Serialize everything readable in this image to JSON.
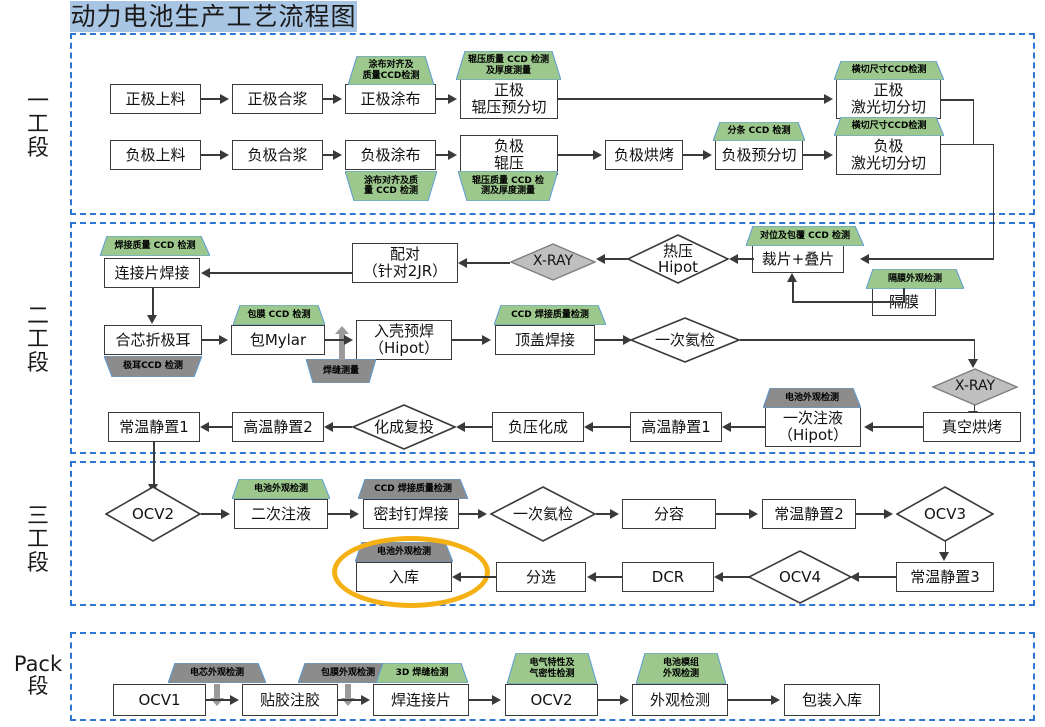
{
  "title": "动力电池生产工艺流程图",
  "stages": [
    {
      "id": "stage1",
      "label_lines": [
        "一",
        "工",
        "段"
      ]
    },
    {
      "id": "stage2",
      "label_lines": [
        "二",
        "工",
        "段"
      ]
    },
    {
      "id": "stage3",
      "label_lines": [
        "三",
        "工",
        "段"
      ]
    },
    {
      "id": "stage_pack",
      "label_lines": [
        "Pack",
        "段"
      ]
    }
  ],
  "stage1": {
    "nodes": {
      "cathode_feed": "正极上料",
      "cathode_mix": "正极合浆",
      "cathode_coat": "正极涂布",
      "cathode_roll": "正极\n辊压预分切",
      "cathode_laser": "正极\n激光切分切",
      "anode_feed": "负极上料",
      "anode_mix": "负极合浆",
      "anode_coat": "负极涂布",
      "anode_roll": "负极\n辊压",
      "anode_bake": "负极烘烤",
      "anode_precut": "负极预分切",
      "anode_laser": "负极\n激光切分切"
    },
    "banners": {
      "coat_align_top": "涂布对齐及\n质量CCD检测",
      "roll_quality_top": "辊压质量 CCD 检测\n及厚度测量",
      "cross_cut_cathode": "横切尺寸CCD检测",
      "coat_align_bottom": "涂布对齐及质\n量 CCD 检测",
      "roll_quality_bottom": "辊压质量 CCD 检\n测及厚度测量",
      "slit_ccd": "分条 CCD 检测",
      "cross_cut_anode": "横切尺寸CCD检测"
    }
  },
  "stage2": {
    "nodes": {
      "tab_weld": "连接片焊接",
      "pairing": "配对\n（针对2JR）",
      "xray1": "X-RAY",
      "hotpress": "热压\nHipot",
      "cut_stack": "裁片+叠片",
      "separator": "隔膜",
      "fold_tab": "合芯折极耳",
      "mylar": "包Mylar",
      "preweld": "入壳预焊\n（Hipot）",
      "cap_weld": "顶盖焊接",
      "helium1": "一次氦检",
      "xray2": "X-RAY",
      "vac_bake": "真空烘烤",
      "inject1": "一次注液\n（Hipot）",
      "hot_rest1": "高温静置1",
      "neg_form": "负压化成",
      "reform": "化成复投",
      "hot_rest2": "高温静置2",
      "room_rest1": "常温静置1"
    },
    "banners": {
      "weld_quality": "焊接质量 CCD 检测",
      "align_wrap": "对位及包覆 CCD 检测",
      "separator_appearance": "隔膜外观检测",
      "tab_ccd": "极耳CCD 检测",
      "film_ccd": "包膜 CCD 检测",
      "weld_gap": "焊缝测量",
      "cap_weld_ccd": "CCD 焊接质量检测",
      "cell_appearance": "电池外观检测"
    }
  },
  "stage3": {
    "nodes": {
      "ocv2": "OCV2",
      "inject2": "二次注液",
      "seal_pin_weld": "密封钉焊接",
      "helium1": "一次氦检",
      "capacity": "分容",
      "room_rest2": "常温静置2",
      "ocv3": "OCV3",
      "warehouse": "入库",
      "sorting": "分选",
      "dcr": "DCR",
      "ocv4": "OCV4",
      "room_rest3": "常温静置3"
    },
    "banners": {
      "cell_appearance_1": "电池外观检测",
      "ccd_weld_quality": "CCD 焊接质量检测",
      "cell_appearance_2": "电池外观检测"
    },
    "highlight_target": "入库"
  },
  "stage_pack": {
    "nodes": {
      "ocv1": "OCV1",
      "glue": "贴胶注胶",
      "weld_connect": "焊连接片",
      "ocv2": "OCV2",
      "appearance": "外观检测",
      "pack_store": "包装入库"
    },
    "banners": {
      "cell_appearance": "电芯外观检测",
      "film_appearance": "包膜外观检测",
      "weld_3d": "3D 焊缝检测",
      "electrical": "电气特性及\n气密性检测",
      "module_appearance": "电池模组\n外观检测"
    }
  },
  "colors": {
    "title_bg": "#a9c5e4",
    "frame": "#2e75d4",
    "banner_green": "#9dc88d",
    "banner_gray": "#8c8c8c",
    "banner_gray_edge": "#5b9bd5",
    "diamond_gray": "#bfbfbf",
    "node_border": "#3a3a3a",
    "highlight": "#f5b014"
  }
}
